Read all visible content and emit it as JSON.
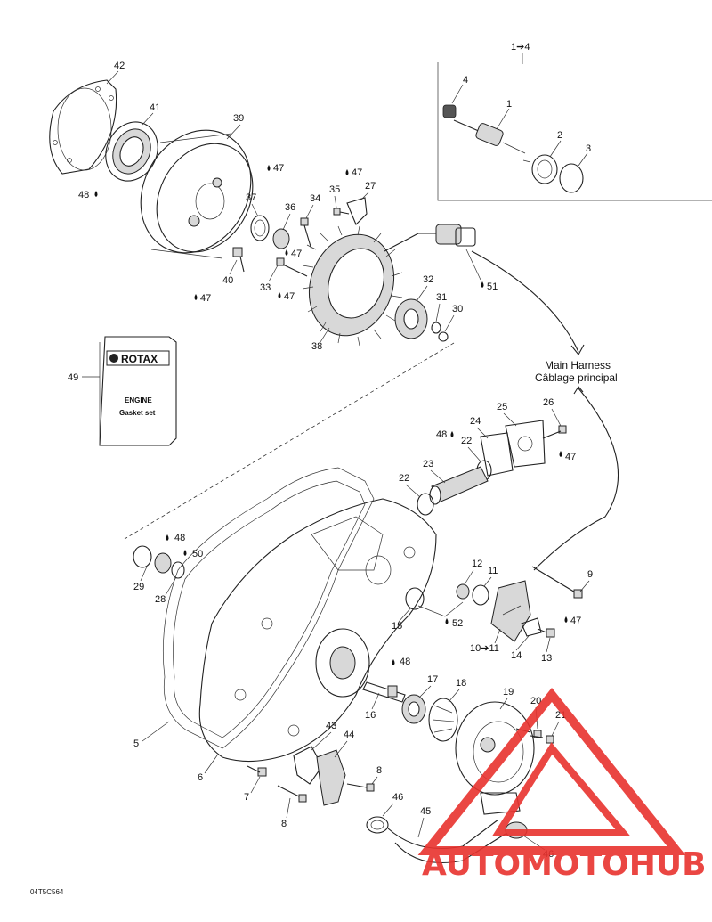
{
  "header": {
    "subassembly_ref": "1➔4"
  },
  "legend": {
    "harness_en": "Main Harness",
    "harness_fr": "Câblage principal"
  },
  "gasket_kit": {
    "brand": "ROTAX",
    "line1": "ENGINE",
    "line2": "Gasket set",
    "number": "49"
  },
  "callouts": {
    "c1": "1",
    "c2": "2",
    "c3": "3",
    "c4": "4",
    "c5": "5",
    "c6": "6",
    "c7": "7",
    "c8a": "8",
    "c8b": "8",
    "c9": "9",
    "c10": "10➔11",
    "c11": "11",
    "c12": "12",
    "c13": "13",
    "c14": "14",
    "c15": "15",
    "c16": "16",
    "c17": "17",
    "c18": "18",
    "c19": "19",
    "c20": "20",
    "c21": "21",
    "c22a": "22",
    "c22b": "22",
    "c23": "23",
    "c24": "24",
    "c25": "25",
    "c26": "26",
    "c27": "27",
    "c28": "28",
    "c29": "29",
    "c30": "30",
    "c31": "31",
    "c32": "32",
    "c33": "33",
    "c34": "34",
    "c35": "35",
    "c36": "36",
    "c37": "37",
    "c38": "38",
    "c39": "39",
    "c40": "40",
    "c41": "41",
    "c42": "42",
    "c43": "43",
    "c44": "44",
    "c45": "45",
    "c46a": "46",
    "c46b": "46"
  },
  "lubricant_marks": {
    "l47a": "47",
    "l47b": "47",
    "l47c": "47",
    "l47d": "47",
    "l47e": "47",
    "l47f": "47",
    "l47g": "47",
    "l48a": "48",
    "l48b": "48",
    "l48c": "48",
    "l48d": "48",
    "l50": "50",
    "l51": "51",
    "l52": "52"
  },
  "figure_code": "04T5C564",
  "watermark": {
    "text": "AUTOMOTOHUB",
    "color_primary": "#e8322e",
    "color_accent": "#f0a030",
    "color_dark": "#555555"
  }
}
